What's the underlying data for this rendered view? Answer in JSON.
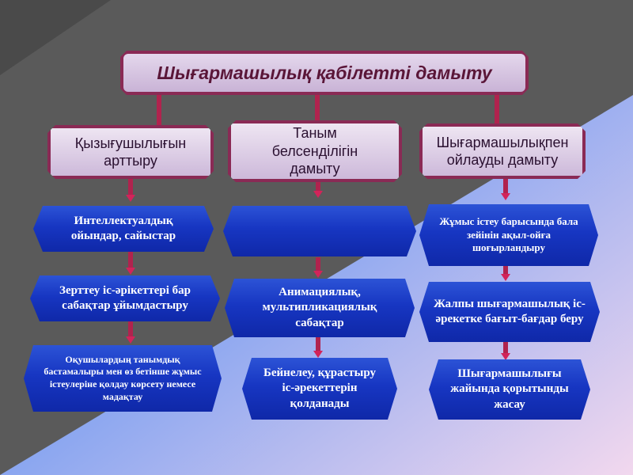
{
  "colors": {
    "title_border": "#8a2a55",
    "connector": "#b0234e",
    "node_fill": "#1736c2",
    "text_light": "#ffffff"
  },
  "title": "Шығармашылық қабілетті дамыту",
  "categories": [
    {
      "label": "Қызығушылығын арттыру"
    },
    {
      "label": "Таным белсенділігін дамыту"
    },
    {
      "label": "Шығармашылықпен ойлауды дамыту"
    }
  ],
  "column1": [
    {
      "label": "Интеллектуалдық ойындар, сайыстар"
    },
    {
      "label": "Зерттеу іс-әрікеттері бар сабақтар ұйымдастыру"
    },
    {
      "label": "Оқушылардың танымдық бастамалыры мен өз бетінше жұмыс істеулеріне қолдау көрсету немесе мадақтау"
    }
  ],
  "column2": [
    {
      "label": ""
    },
    {
      "label": "Анимациялық, мультипликациялық сабақтар"
    },
    {
      "label": "Бейнелеу, құрастыру іс-әрекеттерін қолданады"
    }
  ],
  "column3": [
    {
      "label": "Жұмыс істеу барысында бала зейінін ақыл-ойға шоғырландыру"
    },
    {
      "label": "Жалпы шығармашылық іс-әрекетке бағыт-бағдар беру"
    },
    {
      "label": "Шығармашылығы жайында қорытынды жасау"
    }
  ]
}
